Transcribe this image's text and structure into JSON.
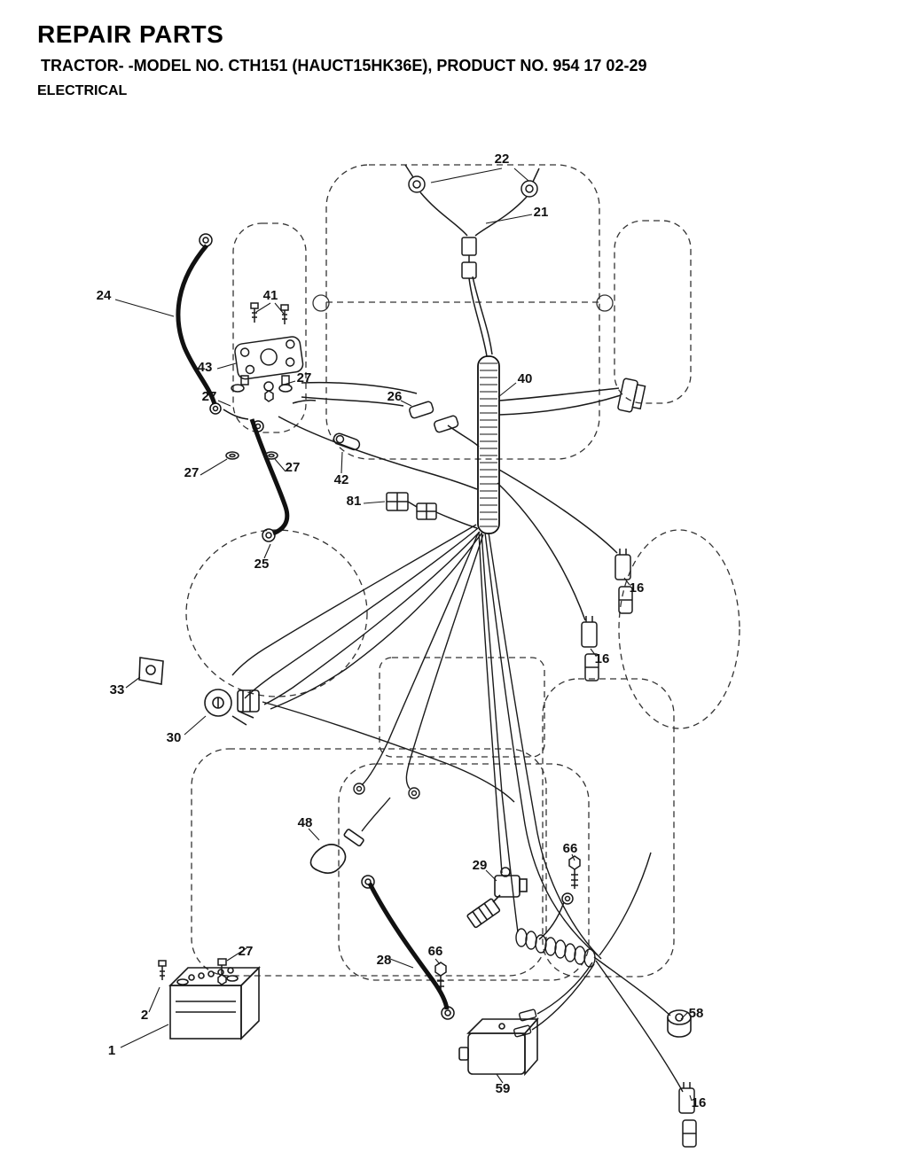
{
  "header": {
    "title": "REPAIR PARTS",
    "subtitle": "TRACTOR- -MODEL NO. CTH151 (HAUCT15HK36E), PRODUCT NO. 954 17 02-29",
    "section": "ELECTRICAL"
  },
  "diagram": {
    "kind": "exploded-parts-wiring-diagram",
    "line_color": "#1a1a1a",
    "callouts": [
      {
        "label": "22"
      },
      {
        "label": "21"
      },
      {
        "label": "24"
      },
      {
        "label": "41"
      },
      {
        "label": "43"
      },
      {
        "label": "27"
      },
      {
        "label": "26"
      },
      {
        "label": "40"
      },
      {
        "label": "27"
      },
      {
        "label": "27"
      },
      {
        "label": "27"
      },
      {
        "label": "42"
      },
      {
        "label": "81"
      },
      {
        "label": "25"
      },
      {
        "label": "16"
      },
      {
        "label": "16"
      },
      {
        "label": "33"
      },
      {
        "label": "30"
      },
      {
        "label": "48"
      },
      {
        "label": "66"
      },
      {
        "label": "29"
      },
      {
        "label": "27"
      },
      {
        "label": "28"
      },
      {
        "label": "66"
      },
      {
        "label": "2"
      },
      {
        "label": "1"
      },
      {
        "label": "59"
      },
      {
        "label": "58"
      },
      {
        "label": "16"
      }
    ]
  }
}
